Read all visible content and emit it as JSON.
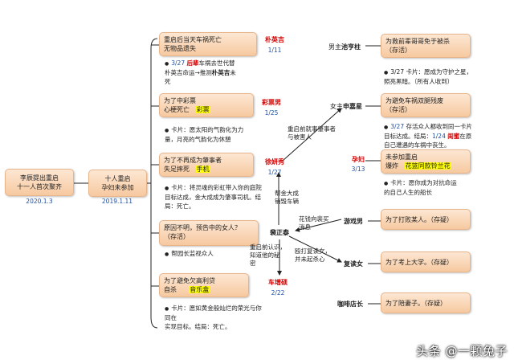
{
  "root": {
    "line1": "李辰提出重启",
    "line2": "十一人首次聚齐",
    "date": "2020.1.3"
  },
  "mid": {
    "line1": "十人重启",
    "line2": "孕妇未参加",
    "date": "2019.1.11"
  },
  "left_branches": [
    {
      "name": "朴英吉",
      "date": "1/11",
      "box": [
        "重启后当天车祸死亡",
        "无物品遗失"
      ],
      "note": {
        "prefix": "3/27 ",
        "red": "后辈",
        "rest1": "车祸去世代替",
        "line2a": "朴英吉命运→推测",
        "bold": "朴英吉",
        "line2b": "未",
        "line3": "死"
      }
    },
    {
      "name": "彩票男",
      "date": "1/25",
      "box": [
        "为了中彩票",
        "心梗死亡"
      ],
      "hl": "彩票",
      "note": {
        "line1": "卡片：愿太阳的气韵化为力",
        "line2": "量，月亮的气韵化为休憩"
      }
    },
    {
      "name": "徐妍秀",
      "date": "1/27",
      "box": [
        "为了不再成为肇事者",
        "失足摔死"
      ],
      "hl": "手机",
      "note": {
        "line1": "卡片：将灵魂的彩虹带入你的庭院",
        "line2": "目标达成，金大成成为肇事司机。结",
        "line3": "局：死亡。"
      }
    },
    {
      "name": "裴正泰",
      "date": "",
      "box": [
        "原因不明，预告中的女人？",
        "（存活）"
      ],
      "note": {
        "line1": "帮园长监视众人"
      }
    },
    {
      "name": "车增硕",
      "date": "2/22",
      "box": [
        "为了避免欠高利贷",
        "自杀"
      ],
      "hl": "音乐盒",
      "note": {
        "line1": "卡片：愿如黄金般灿烂的荣光与你",
        "line2": "同在",
        "line3": "实现目标。结局：死亡。"
      }
    }
  ],
  "right_branches": [
    {
      "label": "男主",
      "bold": "池亨柱",
      "box": [
        "为救前辈哥哥免于被杀",
        "（存活）"
      ],
      "note": {
        "line1": "3/27 卡片：愿成为守护之星，",
        "line2": "照亮黑暗。（所有人收到）"
      }
    },
    {
      "label": "女主",
      "bold": "申嘉星",
      "box": [
        "为避免车祸双腿残废",
        "（存活）"
      ],
      "note": {
        "prefix": "3/27 ",
        "line1": "存活众人都收到同一卡片",
        "line2a": "目标达成。结局：",
        "blue": "1/24",
        "red": "闺蜜",
        "line2b": "在原",
        "line3": "自己遭遇的车祸中丧生。"
      }
    },
    {
      "label": "孕妇",
      "date": "3/13",
      "box": [
        "未参加重启",
        "爆炸"
      ],
      "hl": "花篮同款铃兰花",
      "note": {
        "line1": "卡片：愿你成为对抗命运",
        "line2": "的自己人生的船长"
      }
    },
    {
      "label": "游戏男",
      "box": [
        "为了打败某人。（存疑）"
      ]
    },
    {
      "label": "复读女",
      "box": [
        "为了考上大学。（存疑）"
      ]
    },
    {
      "label": "咖啡店长",
      "box": [
        "为了陪妻子。（存疑）"
      ]
    }
  ],
  "edges": {
    "e1": [
      "重启前就事肇事者",
      "与被害人"
    ],
    "e2": [
      "帮金大成",
      "销毁车辆"
    ],
    "e3": [
      "花钱向裴买",
      "消息"
    ],
    "e4": [
      "重启前认识，",
      "知道他的秘",
      "密"
    ],
    "e5": [
      "殴打复读女，",
      "并未起杀心"
    ]
  },
  "watermark": "头条 @一颗兔子"
}
